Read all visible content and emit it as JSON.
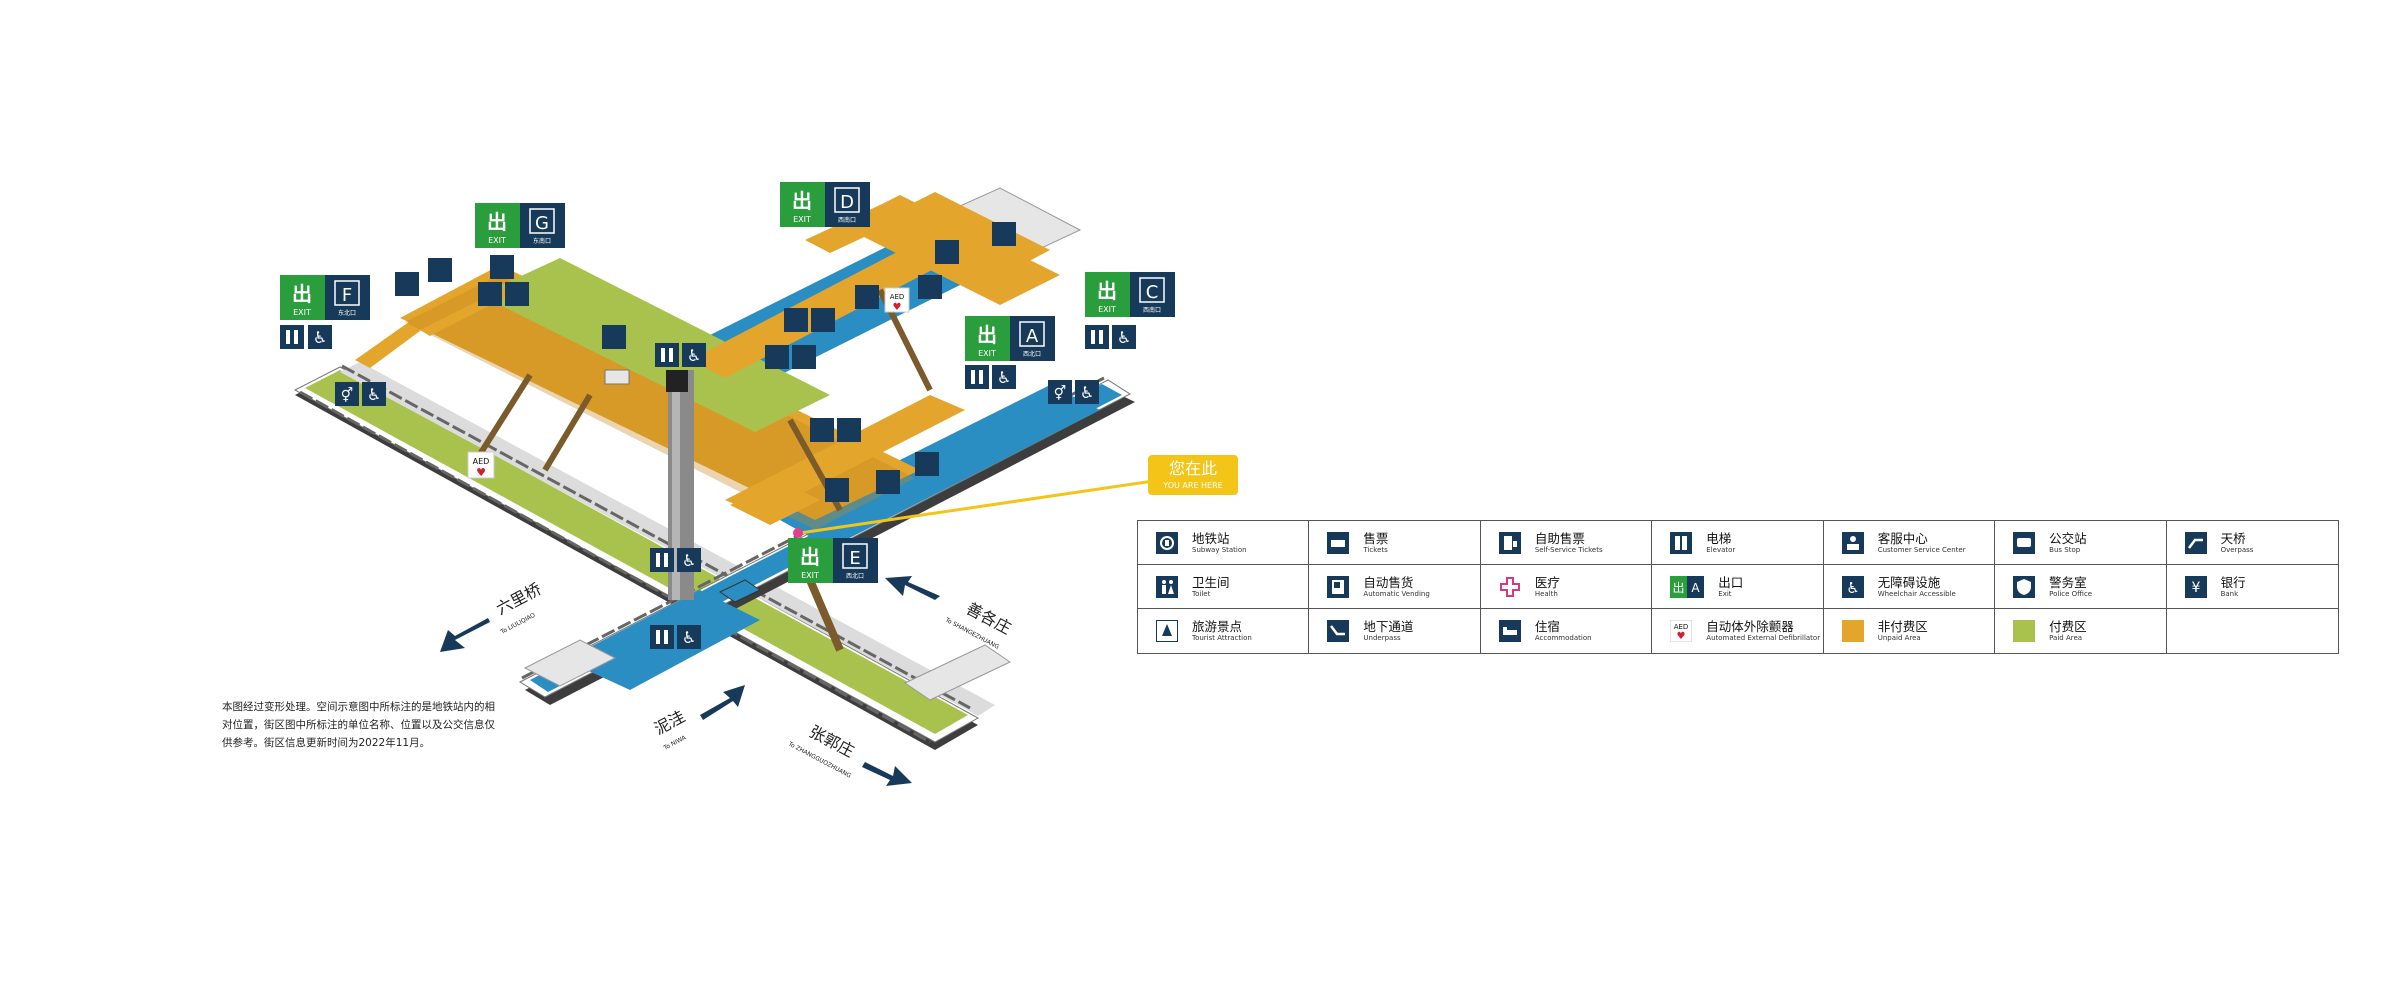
{
  "exits": [
    {
      "letter": "G",
      "exit_word": "EXIT",
      "name_zh": "东南口"
    },
    {
      "letter": "F",
      "exit_word": "EXIT",
      "name_zh": "东北口"
    },
    {
      "letter": "D",
      "exit_word": "EXIT",
      "name_zh": "西南口"
    },
    {
      "letter": "C",
      "exit_word": "EXIT",
      "name_zh": "西南口"
    },
    {
      "letter": "A",
      "exit_word": "EXIT",
      "name_zh": "西北口"
    },
    {
      "letter": "E",
      "exit_word": "EXIT",
      "name_zh": "西北口"
    }
  ],
  "you_are_here": {
    "zh": "您在此",
    "en": "YOU ARE HERE"
  },
  "aed_label": "AED",
  "directions": [
    {
      "zh": "六里桥",
      "en": "To LIULIQIAO"
    },
    {
      "zh": "善各庄",
      "en": "To SHANGEZHUANG"
    },
    {
      "zh": "泥洼",
      "en": "To NIWA"
    },
    {
      "zh": "张郭庄",
      "en": "To ZHANGGUOZHUANG"
    }
  ],
  "note": "本图经过变形处理。空间示意图中所标注的是地铁站内的相对位置，街区图中所标注的单位名称、位置以及公交信息仅供参考。街区信息更新时间为2022年11月。",
  "colors": {
    "unpaid": "#e3a52c",
    "paid": "#a9c24d",
    "track": "#2a8ec2",
    "navy": "#173a5a",
    "exit_green": "#2a9d3d",
    "here_yellow": "#f2c518"
  },
  "legend": [
    {
      "zh": "地铁站",
      "en": "Subway Station",
      "icon": "subway-station-icon"
    },
    {
      "zh": "售票",
      "en": "Tickets",
      "icon": "tickets-icon"
    },
    {
      "zh": "自助售票",
      "en": "Self-Service Tickets",
      "icon": "self-service-tickets-icon"
    },
    {
      "zh": "电梯",
      "en": "Elevator",
      "icon": "elevator-icon"
    },
    {
      "zh": "客服中心",
      "en": "Customer Service Center",
      "icon": "customer-service-icon"
    },
    {
      "zh": "公交站",
      "en": "Bus Stop",
      "icon": "bus-stop-icon"
    },
    {
      "zh": "天桥",
      "en": "Overpass",
      "icon": "overpass-icon"
    },
    {
      "zh": "卫生间",
      "en": "Toilet",
      "icon": "toilet-icon"
    },
    {
      "zh": "自动售货",
      "en": "Automatic Vending",
      "icon": "vending-icon"
    },
    {
      "zh": "医疗",
      "en": "Health",
      "icon": "health-icon"
    },
    {
      "zh": "出口",
      "en": "Exit",
      "icon": "exit-icon"
    },
    {
      "zh": "无障碍设施",
      "en": "Wheelchair Accessible",
      "icon": "wheelchair-icon"
    },
    {
      "zh": "警务室",
      "en": "Police Office",
      "icon": "police-icon"
    },
    {
      "zh": "银行",
      "en": "Bank",
      "icon": "bank-icon"
    },
    {
      "zh": "旅游景点",
      "en": "Tourist Attraction",
      "icon": "tourist-attraction-icon"
    },
    {
      "zh": "地下通道",
      "en": "Underpass",
      "icon": "underpass-icon"
    },
    {
      "zh": "住宿",
      "en": "Accommodation",
      "icon": "accommodation-icon"
    },
    {
      "zh": "自动体外除颤器",
      "en": "Automated External Defibrillator",
      "icon": "aed-icon"
    },
    {
      "zh": "非付费区",
      "en": "Unpaid Area",
      "icon": "unpaid-area-swatch"
    },
    {
      "zh": "付费区",
      "en": "Paid Area",
      "icon": "paid-area-swatch"
    }
  ]
}
